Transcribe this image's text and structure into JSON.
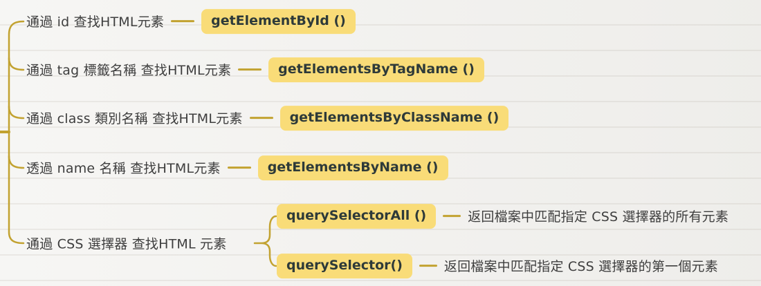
{
  "colors": {
    "background": "#f2f1ee",
    "paper_stripe": "#e4e1db",
    "branch_line": "#c2a230",
    "node_background": "#f9dc78",
    "node_text": "#2e3a39",
    "label_text": "#3e3e3e"
  },
  "tree": {
    "branches": [
      {
        "label": "通過 id 查找HTML元素",
        "method": "getElementById ()"
      },
      {
        "label": "通過 tag 標籤名稱 查找HTML元素",
        "method": "getElementsByTagName ()"
      },
      {
        "label": "通過 class 類別名稱 查找HTML元素",
        "method": "getElementsByClassName ()"
      },
      {
        "label": "透過 name 名稱 查找HTML元素",
        "method": "getElementsByName ()"
      },
      {
        "label": "通過 CSS 選擇器 查找HTML 元素",
        "children": [
          {
            "method": "querySelectorAll ()",
            "description": "返回檔案中匹配指定 CSS 選擇器的所有元素"
          },
          {
            "method": "querySelector()",
            "description": "返回檔案中匹配指定 CSS 選擇器的第一個元素"
          }
        ]
      }
    ]
  }
}
